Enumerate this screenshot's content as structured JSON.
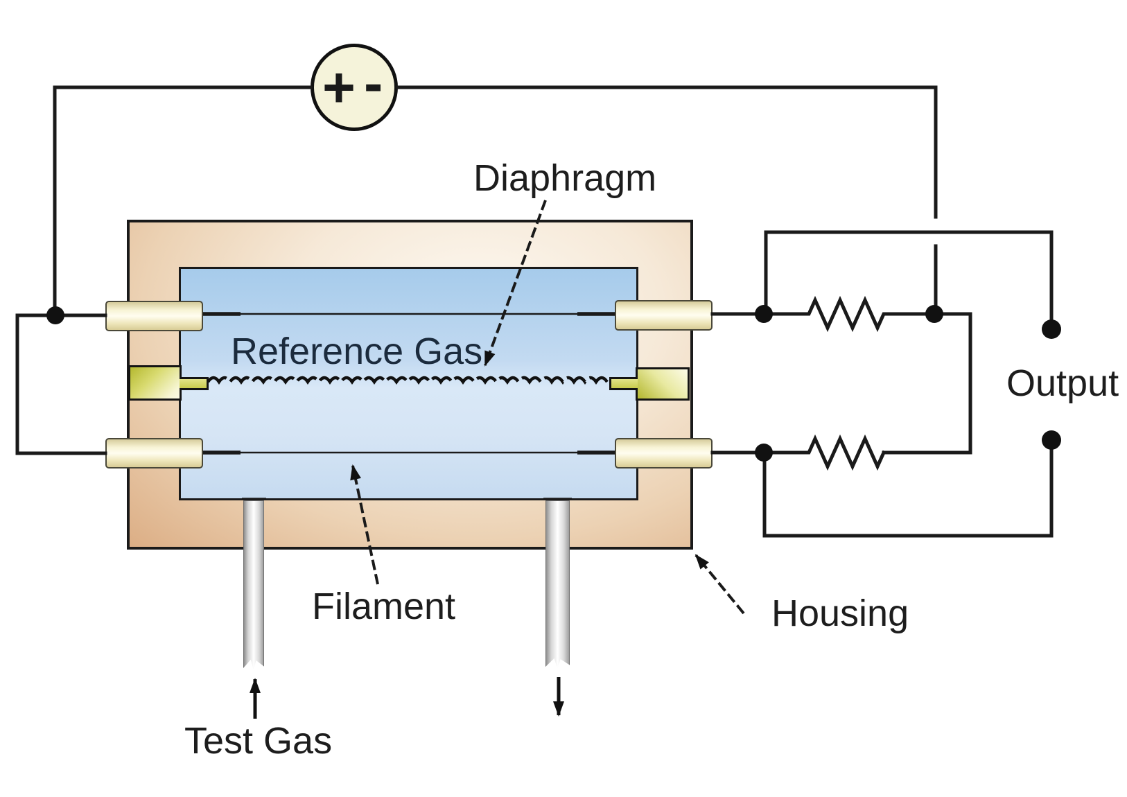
{
  "labels": {
    "diaphragm": "Diaphragm",
    "reference_gas": "Reference Gas",
    "filament": "Filament",
    "test_gas": "Test Gas",
    "housing": "Housing",
    "output": "Output"
  },
  "power_source": {
    "positive": "+",
    "negative": "-"
  },
  "colors": {
    "wire": "#1a1a1a",
    "housing_dark": "#dcae85",
    "housing_light": "#fdf9f2",
    "chamber_top": "#a6cbeb",
    "chamber_bottom": "#c6dbf0",
    "terminal_cream": "#f7f3d4",
    "seal_olive": "#b4b82f",
    "source_fill": "#f5f3da",
    "reference_gas_text": "#1b2b3d",
    "label_text": "#1d1d1d"
  }
}
